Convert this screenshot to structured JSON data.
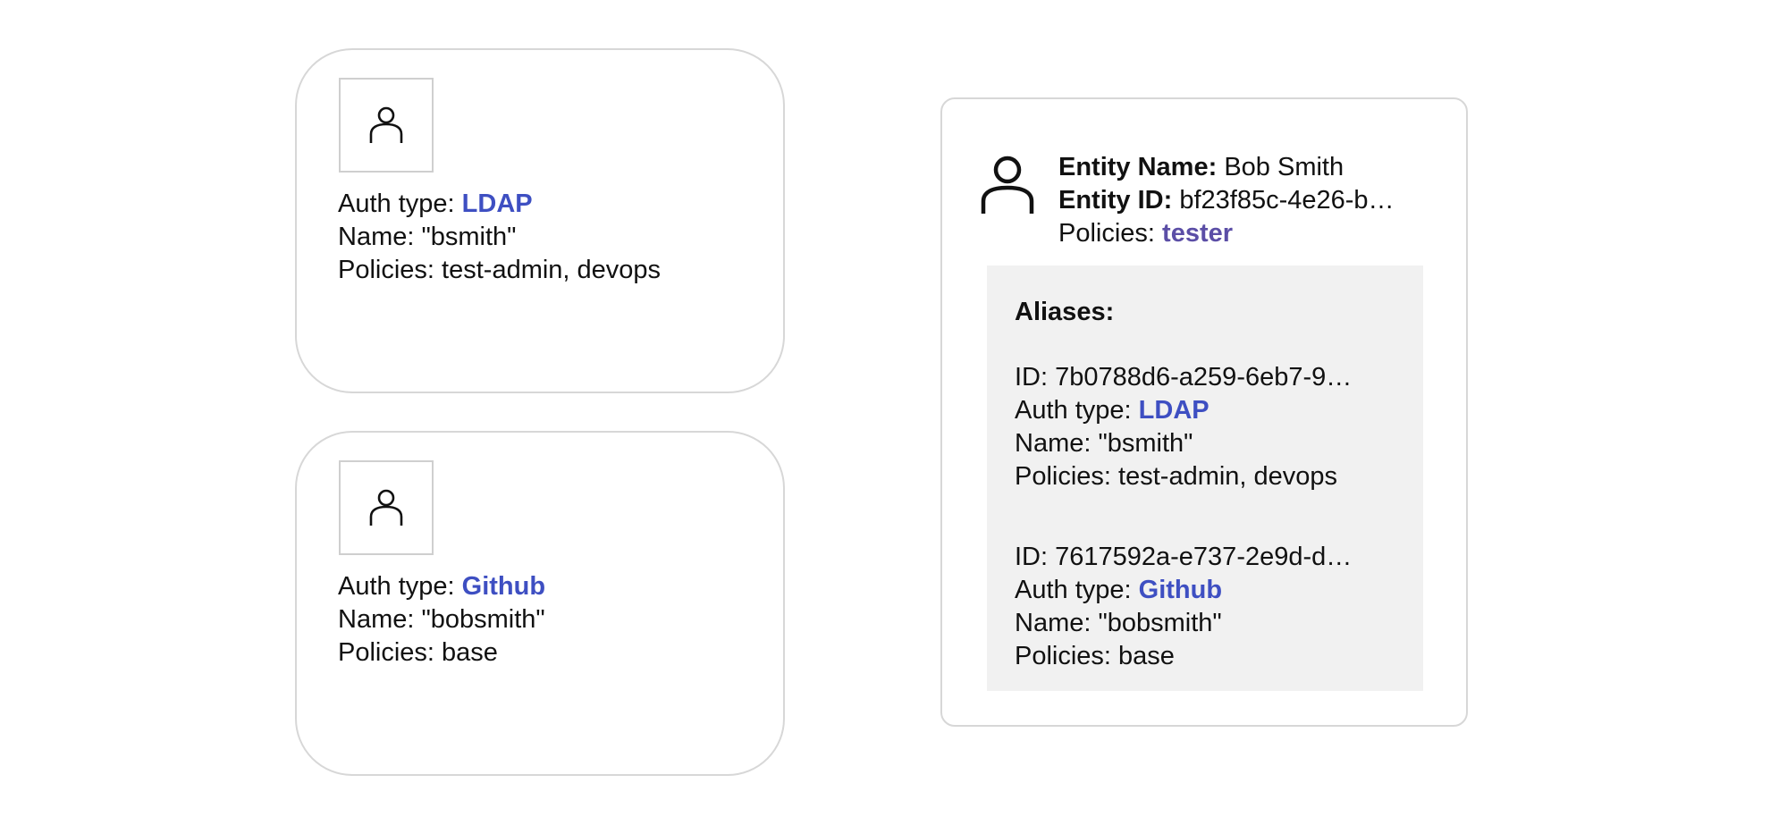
{
  "alias_cards": [
    {
      "auth_type_label": "Auth type: ",
      "auth_type": "LDAP",
      "name_line": "Name: \"bsmith\"",
      "policies_line": "Policies: test-admin, devops",
      "icon": "person-icon"
    },
    {
      "auth_type_label": "Auth type: ",
      "auth_type": "Github",
      "name_line": "Name: \"bobsmith\"",
      "policies_line": "Policies: base",
      "icon": "person-icon"
    }
  ],
  "entity": {
    "icon": "person-icon",
    "name_label": "Entity Name:",
    "name_value": " Bob Smith",
    "id_label": "Entity ID:",
    "id_value": " bf23f85c-4e26-b…",
    "policies_label": "Policies: ",
    "policies_value": "tester",
    "aliases_title": "Aliases:",
    "aliases": [
      {
        "id_line": "ID: 7b0788d6-a259-6eb7-9…",
        "auth_type_label": "Auth type: ",
        "auth_type": "LDAP",
        "name_line": "Name: \"bsmith\"",
        "policies_line": "Policies: test-admin, devops"
      },
      {
        "id_line": "ID: 7617592a-e737-2e9d-d…",
        "auth_type_label": "Auth type: ",
        "auth_type": "Github",
        "name_line": "Name: \"bobsmith\"",
        "policies_line": "Policies: base"
      }
    ]
  },
  "colors": {
    "accent_blue": "#3e4fc2",
    "accent_purple": "#5b4ea6",
    "card_border": "#d7d7d7",
    "panel_bg": "#f1f1f1"
  }
}
